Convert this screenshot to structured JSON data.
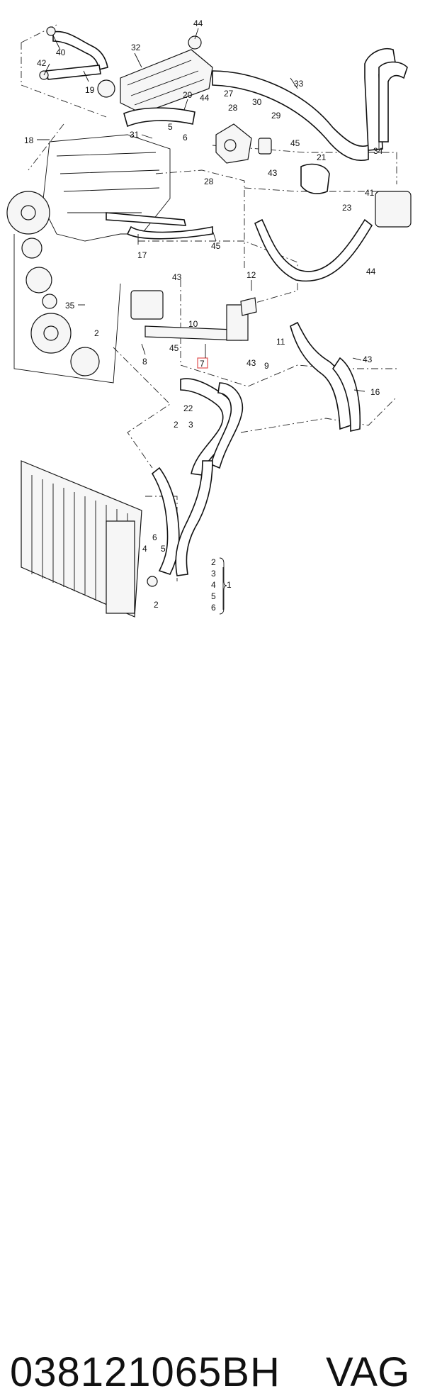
{
  "diagram": {
    "callouts": {
      "n40": "40",
      "n42": "42",
      "n19": "19",
      "n32": "32",
      "n44a": "44",
      "n33": "33",
      "n34": "34",
      "n20": "20",
      "n44b": "44",
      "n27": "27",
      "n28a": "28",
      "n30": "30",
      "n29": "29",
      "n18": "18",
      "n31": "31",
      "n5a": "5",
      "n6a": "6",
      "n28b": "28",
      "n45a": "45",
      "n21": "21",
      "n43a": "43",
      "n41": "41",
      "n23": "23",
      "n44c": "44",
      "n17": "17",
      "n45b": "45",
      "n43b": "43",
      "n12": "12",
      "n35": "35",
      "n2a": "2",
      "n10": "10",
      "n11": "11",
      "n8": "8",
      "n45c": "45",
      "n7": "7",
      "n43c": "43",
      "n9": "9",
      "n43d": "43",
      "n16": "16",
      "n22": "22",
      "n2b": "2",
      "n3a": "3",
      "n6b": "6",
      "n4a": "4",
      "n5b": "5",
      "n2c": "2",
      "n2d": "2",
      "n3b": "3",
      "n4b": "4",
      "n5c": "5",
      "n6c": "6",
      "n1": "1"
    },
    "highlight_color": "#e05050"
  },
  "caption": {
    "part_number": "038121065BH",
    "brand": "VAG"
  }
}
